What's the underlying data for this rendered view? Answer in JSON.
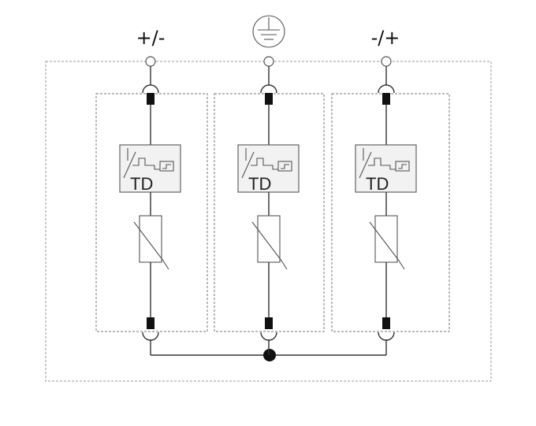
{
  "terminals": {
    "left": "+/-",
    "center": "earth-ground-icon",
    "right": "-/+"
  },
  "modules": [
    {
      "label": "TD"
    },
    {
      "label": "TD"
    },
    {
      "label": "TD"
    }
  ],
  "colors": {
    "line": "#333333",
    "dashed_border": "#888888",
    "pad": "#111111",
    "td_fill": "#f2f2f2"
  }
}
